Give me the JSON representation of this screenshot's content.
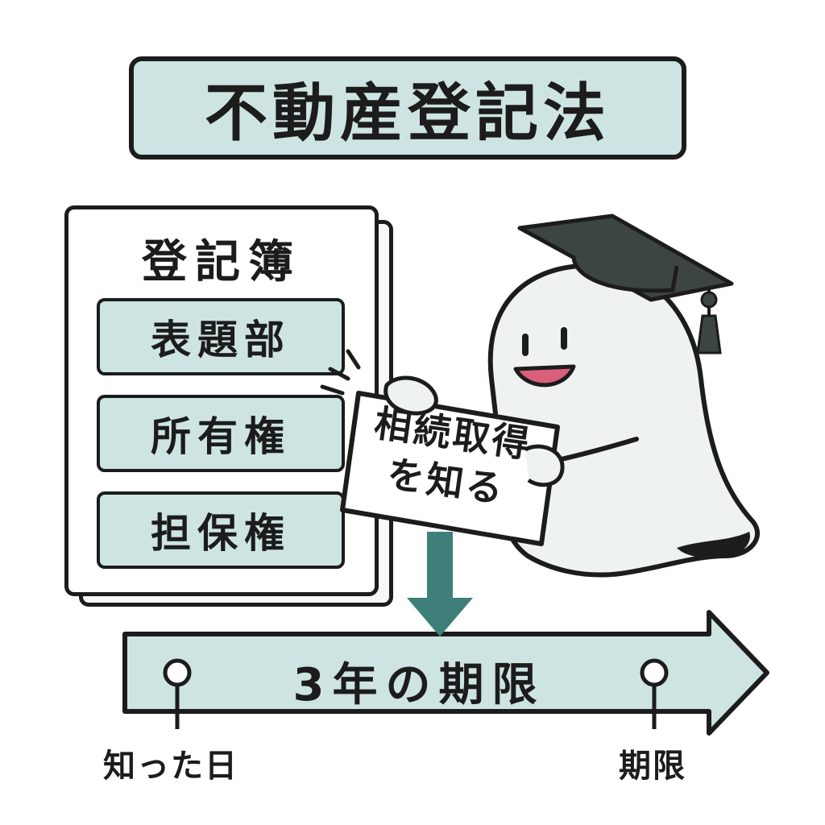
{
  "title": "不動産登記法",
  "ledger": {
    "title": "登記簿",
    "sections": [
      "表題部",
      "所有権",
      "担保権"
    ]
  },
  "sign": {
    "line1": "相続取得",
    "line2": "を知る"
  },
  "timeline": {
    "period": "3年の期限",
    "start_label": "知った日",
    "end_label": "期限"
  },
  "colors": {
    "accent": "#cde4e2",
    "arrow_down": "#3e7f7a",
    "outline": "#1c1c1c"
  },
  "icons": [
    "graduation-cap-icon",
    "ghost-mascot-icon"
  ]
}
